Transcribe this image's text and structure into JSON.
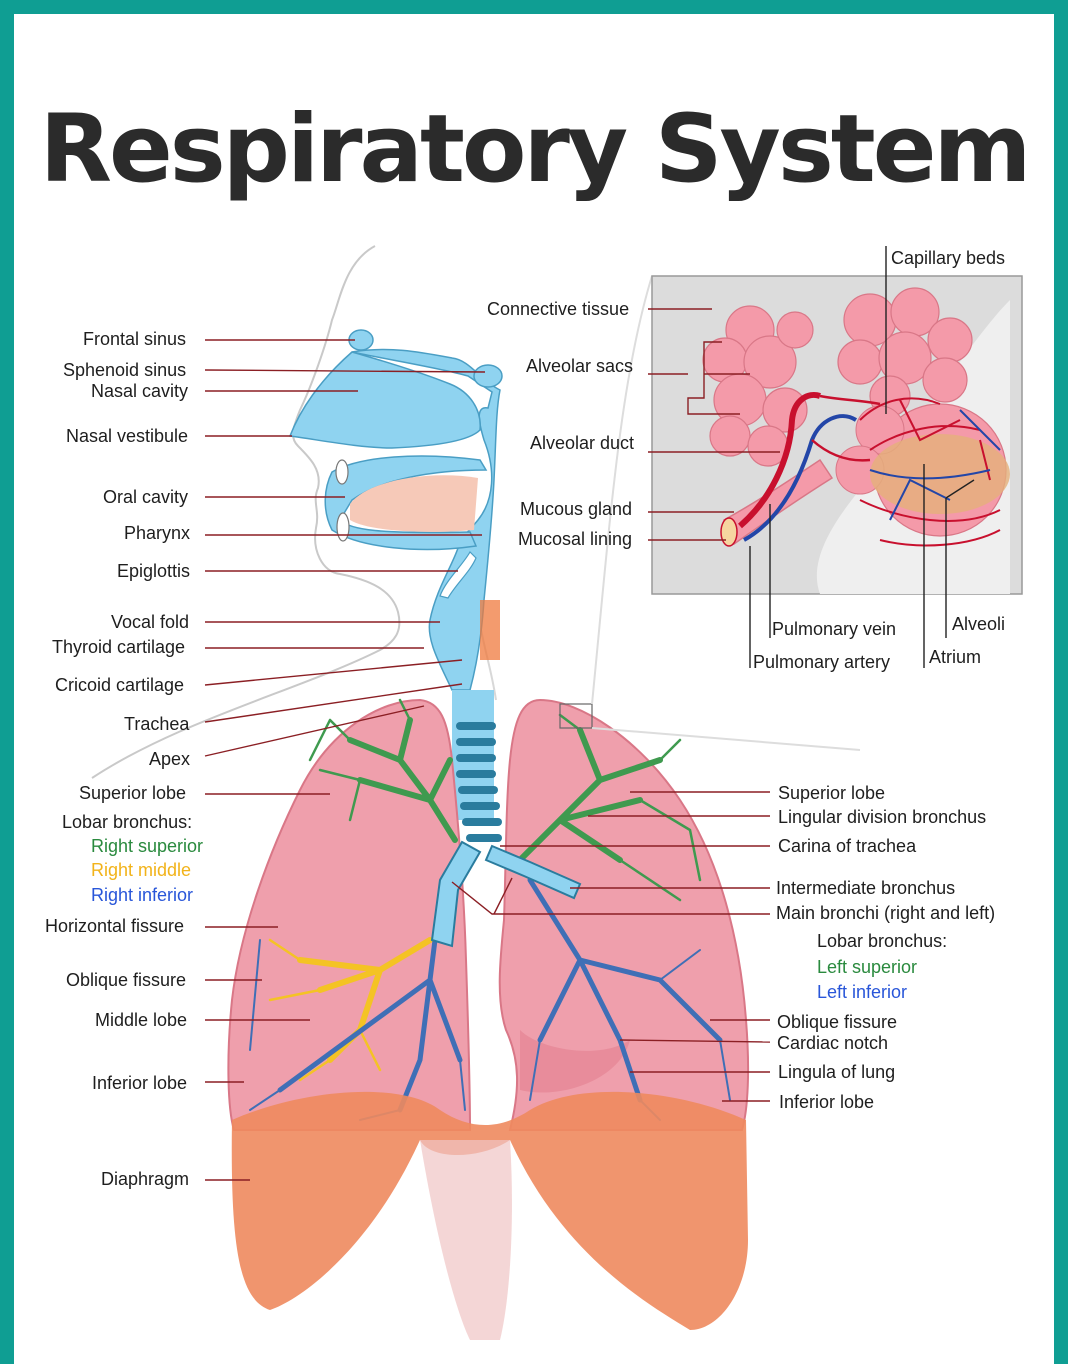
{
  "title": "Respiratory System",
  "colors": {
    "border": "#0f9e93",
    "airway": "#8fd3f0",
    "lung": "#ef9fac",
    "diaphragm": "#ee8a5e",
    "bronchus_superior": "#3f9a4f",
    "bronchus_middle": "#f4c324",
    "bronchus_inferior": "#3f6fb6",
    "leader": "#8b1f24"
  },
  "labels": {
    "left": {
      "frontal_sinus": "Frontal sinus",
      "sphenoid_sinus": "Sphenoid sinus",
      "nasal_cavity": "Nasal cavity",
      "nasal_vestibule": "Nasal vestibule",
      "oral_cavity": "Oral cavity",
      "pharynx": "Pharynx",
      "epiglottis": "Epiglottis",
      "vocal_fold": "Vocal fold",
      "thyroid_cartilage": "Thyroid cartilage",
      "cricoid_cartilage": "Cricoid cartilage",
      "trachea": "Trachea",
      "apex": "Apex",
      "superior_lobe": "Superior lobe",
      "lobar_bronchus": "Lobar bronchus:",
      "right_superior": "Right superior",
      "right_middle": "Right middle",
      "right_inferior": "Right inferior",
      "horizontal_fissure": "Horizontal fissure",
      "oblique_fissure": "Oblique fissure",
      "middle_lobe": "Middle lobe",
      "inferior_lobe": "Inferior lobe",
      "diaphragm": "Diaphragm"
    },
    "inset": {
      "connective_tissue": "Connective tissue",
      "alveolar_sacs": "Alveolar sacs",
      "alveolar_duct": "Alveolar duct",
      "mucous_gland": "Mucous gland",
      "mucosal_lining": "Mucosal lining",
      "capillary_beds": "Capillary beds",
      "pulmonary_vein": "Pulmonary vein",
      "pulmonary_artery": "Pulmonary artery",
      "alveoli": "Alveoli",
      "atrium": "Atrium"
    },
    "right": {
      "superior_lobe": "Superior lobe",
      "lingular_division_bronchus": "Lingular division bronchus",
      "carina_of_trachea": "Carina of trachea",
      "intermediate_bronchus": "Intermediate bronchus",
      "main_bronchi": "Main bronchi (right and left)",
      "lobar_bronchus": "Lobar bronchus:",
      "left_superior": "Left superior",
      "left_inferior": "Left inferior",
      "oblique_fissure": "Oblique fissure",
      "cardiac_notch": "Cardiac notch",
      "lingula_of_lung": "Lingula of lung",
      "inferior_lobe": "Inferior lobe"
    }
  }
}
